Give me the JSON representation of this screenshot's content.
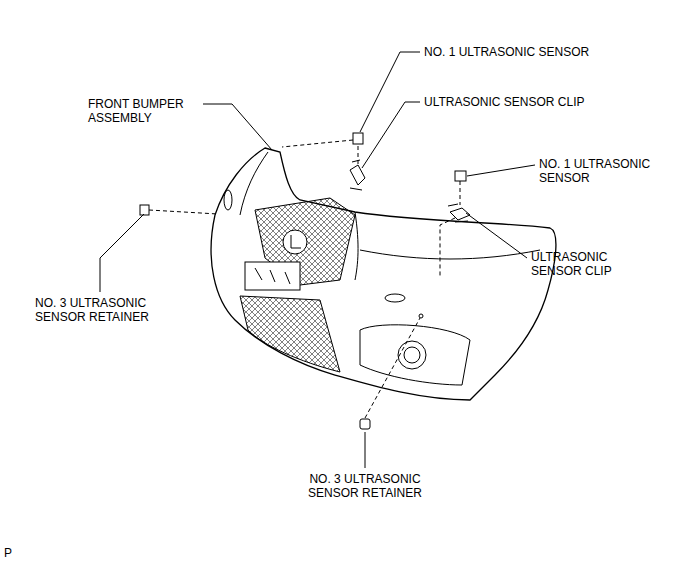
{
  "diagram": {
    "labels": [
      "NO. 1 ULTRASONIC SENSOR",
      "ULTRASONIC SENSOR CLIP",
      "FRONT BUMPER ASSEMBLY",
      "NO. 1 ULTRASONIC SENSOR",
      "ULTRASONIC SENSOR CLIP",
      "NO. 3 ULTRASONIC SENSOR RETAINER",
      "NO. 3 ULTRASONIC SENSOR RETAINER",
      "P"
    ]
  }
}
